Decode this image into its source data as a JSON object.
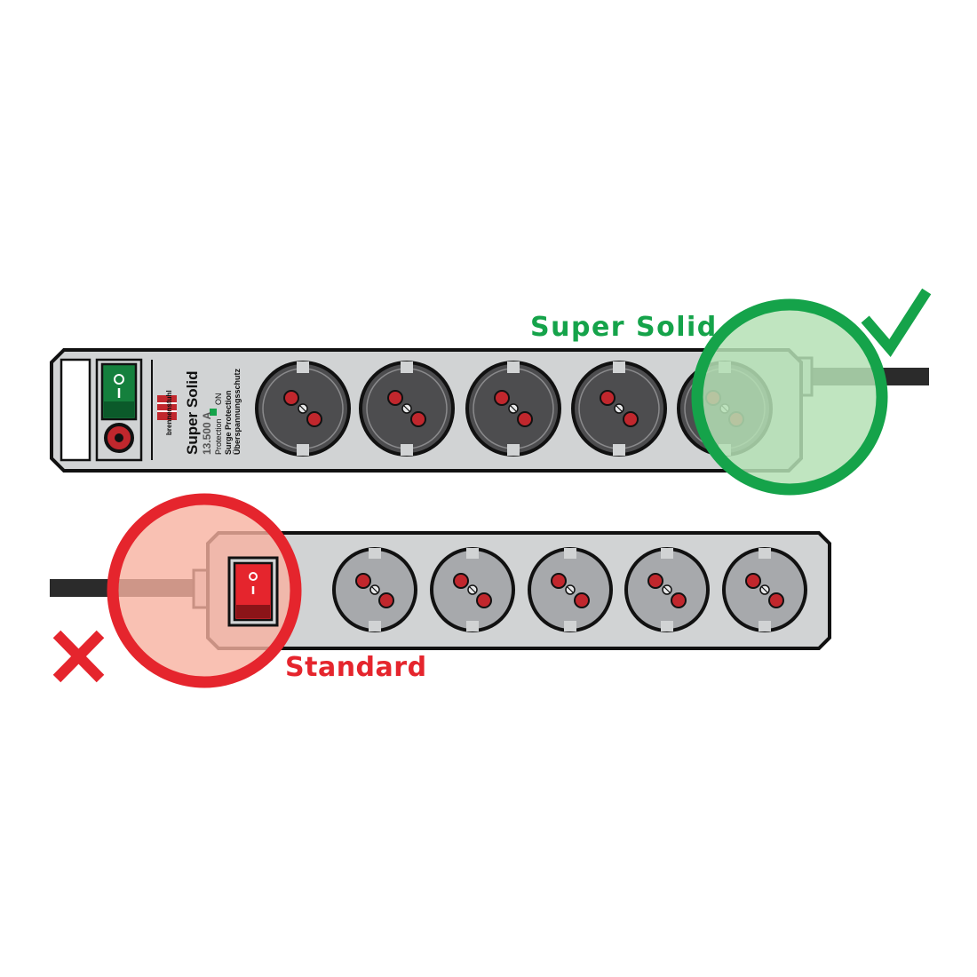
{
  "labels": {
    "super_solid": "Super Solid",
    "standard": "Standard"
  },
  "product_print": {
    "brand": "brennenstuhl",
    "model": "Super Solid",
    "rating": "13.500 A",
    "protection": "Protection",
    "on": "ON",
    "surge": "Surge Protection",
    "ueberspannung": "Überspannungsschutz"
  },
  "icons": {
    "good": "check-mark-icon",
    "bad": "cross-mark-icon"
  },
  "colors": {
    "good_green": "#15a34a",
    "good_fill": "#b5e0b5",
    "bad_red": "#e5252d",
    "bad_fill": "#f7b2a0",
    "strip_body": "#d1d3d4",
    "socket_dark": "#4d4d4f",
    "socket_light": "#a7a9ac",
    "pin_red": "#c1272d",
    "cable": "#2b2b2b"
  },
  "strips": {
    "super_solid": {
      "socket_count": 5
    },
    "standard": {
      "socket_count": 5
    }
  }
}
